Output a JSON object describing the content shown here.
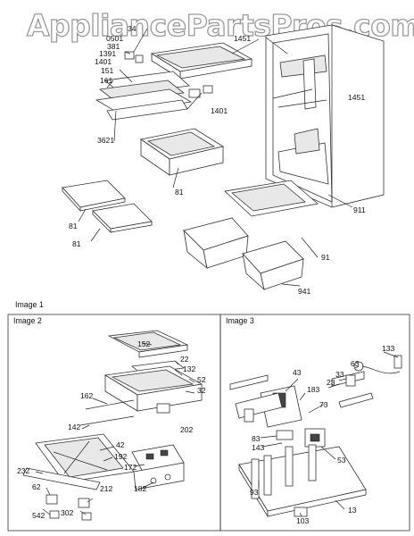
{
  "watermark": "AppliancePartsPros.com",
  "panels": [
    {
      "caption": "Image 1"
    },
    {
      "caption": "Image 2"
    },
    {
      "caption": "Image 3"
    }
  ],
  "image1_labels": [
    "1451",
    "34",
    "0501",
    "381",
    "1391",
    "1401",
    "151",
    "161",
    "1401",
    "1451",
    "3621",
    "81",
    "911",
    "81",
    "81",
    "91",
    "941"
  ],
  "image2_labels": [
    "152",
    "22",
    "132",
    "52",
    "32",
    "162",
    "202",
    "142",
    "42",
    "192",
    "232",
    "172",
    "182",
    "62",
    "212",
    "542",
    "302"
  ],
  "image3_labels": [
    "133",
    "63",
    "43",
    "33",
    "23",
    "183",
    "73",
    "83",
    "143",
    "53",
    "93",
    "103",
    "13"
  ]
}
